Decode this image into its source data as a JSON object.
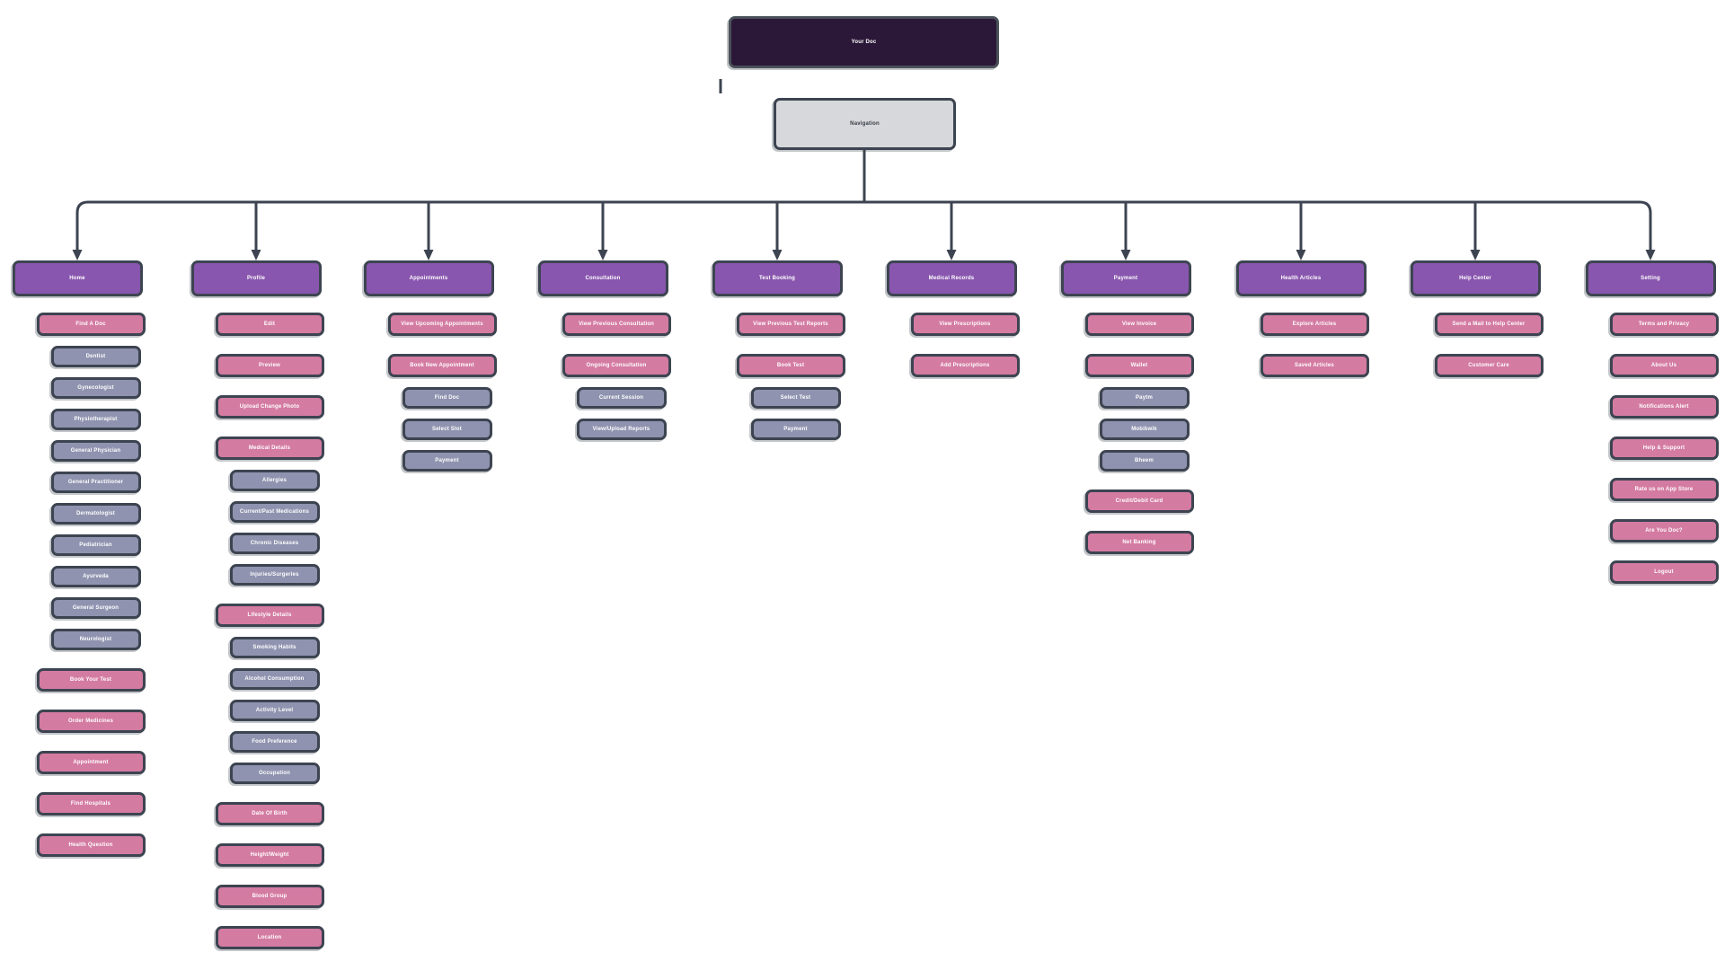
{
  "title": "Your Doc",
  "navigation_label": "Navigation",
  "colors": {
    "title_fill": "#2b1838",
    "nav_fill": "#d6d8db",
    "nav_text": "#343b44",
    "header_fill": "#8856ae",
    "feature_fill": "#d47ba2",
    "sub_fill": "#8f93af",
    "outline": "#3d4451"
  },
  "columns": [
    {
      "label": "Home",
      "items": [
        {
          "label": "Find A Doc",
          "type": "feature"
        },
        {
          "label": "Dentist",
          "type": "sub"
        },
        {
          "label": "Gynecologist",
          "type": "sub"
        },
        {
          "label": "Physiotherapist",
          "type": "sub"
        },
        {
          "label": "General Physician",
          "type": "sub"
        },
        {
          "label": "General Practitioner",
          "type": "sub"
        },
        {
          "label": "Dermatologist",
          "type": "sub"
        },
        {
          "label": "Pediatrician",
          "type": "sub"
        },
        {
          "label": "Ayurveda",
          "type": "sub"
        },
        {
          "label": "General Surgeon",
          "type": "sub"
        },
        {
          "label": "Neurologist",
          "type": "sub"
        },
        {
          "label": "Book Your Test",
          "type": "feature"
        },
        {
          "label": "Order Medicines",
          "type": "feature"
        },
        {
          "label": "Appointment",
          "type": "feature"
        },
        {
          "label": "Find Hospitals",
          "type": "feature"
        },
        {
          "label": "Health Question",
          "type": "feature"
        }
      ]
    },
    {
      "label": "Profile",
      "items": [
        {
          "label": "Edit",
          "type": "feature"
        },
        {
          "label": "Preview",
          "type": "feature"
        },
        {
          "label": "Upload Change Photo",
          "type": "feature"
        },
        {
          "label": "Medical Details",
          "type": "feature"
        },
        {
          "label": "Allergies",
          "type": "sub"
        },
        {
          "label": "Current/Past Medications",
          "type": "sub"
        },
        {
          "label": "Chronic Diseases",
          "type": "sub"
        },
        {
          "label": "Injuries/Surgeries",
          "type": "sub"
        },
        {
          "label": "Lifestyle Details",
          "type": "feature"
        },
        {
          "label": "Smoking Habits",
          "type": "sub"
        },
        {
          "label": "Alcohol Consumption",
          "type": "sub"
        },
        {
          "label": "Activity Level",
          "type": "sub"
        },
        {
          "label": "Food Preference",
          "type": "sub"
        },
        {
          "label": "Occupation",
          "type": "sub"
        },
        {
          "label": "Date Of Birth",
          "type": "feature"
        },
        {
          "label": "Height/Weight",
          "type": "feature"
        },
        {
          "label": "Blood Group",
          "type": "feature"
        },
        {
          "label": "Location",
          "type": "feature"
        }
      ]
    },
    {
      "label": "Appointments",
      "items": [
        {
          "label": "View Upcoming Appointments",
          "type": "feature"
        },
        {
          "label": "Book New Appointment",
          "type": "feature"
        },
        {
          "label": "Find Doc",
          "type": "sub"
        },
        {
          "label": "Select Slot",
          "type": "sub"
        },
        {
          "label": "Payment",
          "type": "sub"
        }
      ]
    },
    {
      "label": "Consultation",
      "items": [
        {
          "label": "View Previous Consultation",
          "type": "feature"
        },
        {
          "label": "Ongoing Consultation",
          "type": "feature"
        },
        {
          "label": "Current Session",
          "type": "sub"
        },
        {
          "label": "View/Upload Reports",
          "type": "sub"
        }
      ]
    },
    {
      "label": "Test Booking",
      "items": [
        {
          "label": "View Previous Test Reports",
          "type": "feature"
        },
        {
          "label": "Book Test",
          "type": "feature"
        },
        {
          "label": "Select Test",
          "type": "sub"
        },
        {
          "label": "Payment",
          "type": "sub"
        }
      ]
    },
    {
      "label": "Medical Records",
      "items": [
        {
          "label": "View Prescriptions",
          "type": "feature"
        },
        {
          "label": "Add Prescriptions",
          "type": "feature"
        }
      ]
    },
    {
      "label": "Payment",
      "items": [
        {
          "label": "View Invoice",
          "type": "feature"
        },
        {
          "label": "Wallet",
          "type": "feature"
        },
        {
          "label": "Paytm",
          "type": "sub"
        },
        {
          "label": "Mobikwik",
          "type": "sub"
        },
        {
          "label": "Bheem",
          "type": "sub"
        },
        {
          "label": "Credit/Debit Card",
          "type": "feature"
        },
        {
          "label": "Net Banking",
          "type": "feature"
        }
      ]
    },
    {
      "label": "Health Articles",
      "items": [
        {
          "label": "Explore Articles",
          "type": "feature"
        },
        {
          "label": "Saved Articles",
          "type": "feature"
        }
      ]
    },
    {
      "label": "Help Center",
      "items": [
        {
          "label": "Send a Mail to Help Center",
          "type": "feature"
        },
        {
          "label": "Customer Care",
          "type": "feature"
        }
      ]
    },
    {
      "label": "Setting",
      "items": [
        {
          "label": "Terms and Privacy",
          "type": "feature"
        },
        {
          "label": "About Us",
          "type": "feature"
        },
        {
          "label": "Notifications Alert",
          "type": "feature"
        },
        {
          "label": "Help & Support",
          "type": "feature"
        },
        {
          "label": "Rate us on App Store",
          "type": "feature"
        },
        {
          "label": "Are You Doc?",
          "type": "feature"
        },
        {
          "label": "Logout",
          "type": "feature"
        }
      ]
    }
  ]
}
